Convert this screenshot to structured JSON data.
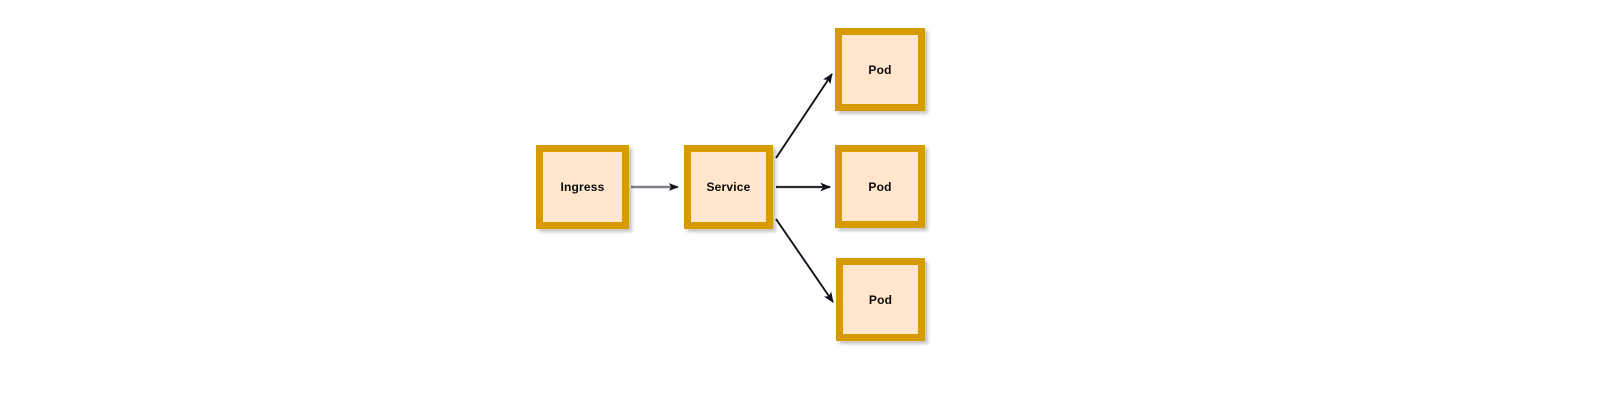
{
  "diagram": {
    "type": "flow",
    "title": "",
    "background_color": "#ffffff",
    "node_fill_color": "#ffe6cc",
    "node_border_color": "#d79b00",
    "edge_color": "#7f7f87",
    "arrowhead_color": "#12121a",
    "label_color": "#0a0a0a",
    "nodes": [
      {
        "id": "ingress",
        "label": "Ingress",
        "shape": "rectangle"
      },
      {
        "id": "service",
        "label": "Service",
        "shape": "rectangle"
      },
      {
        "id": "pod1",
        "label": "Pod",
        "shape": "rectangle"
      },
      {
        "id": "pod2",
        "label": "Pod",
        "shape": "rectangle"
      },
      {
        "id": "pod3",
        "label": "Pod",
        "shape": "rectangle"
      }
    ],
    "edges": [
      {
        "id": "e1",
        "from": "ingress",
        "to": "service",
        "label": "",
        "arrow": "end"
      },
      {
        "id": "e2",
        "from": "service",
        "to": "pod1",
        "label": "",
        "arrow": "end"
      },
      {
        "id": "e3",
        "from": "service",
        "to": "pod2",
        "label": "",
        "arrow": "end"
      },
      {
        "id": "e4",
        "from": "service",
        "to": "pod3",
        "label": "",
        "arrow": "end"
      }
    ]
  }
}
